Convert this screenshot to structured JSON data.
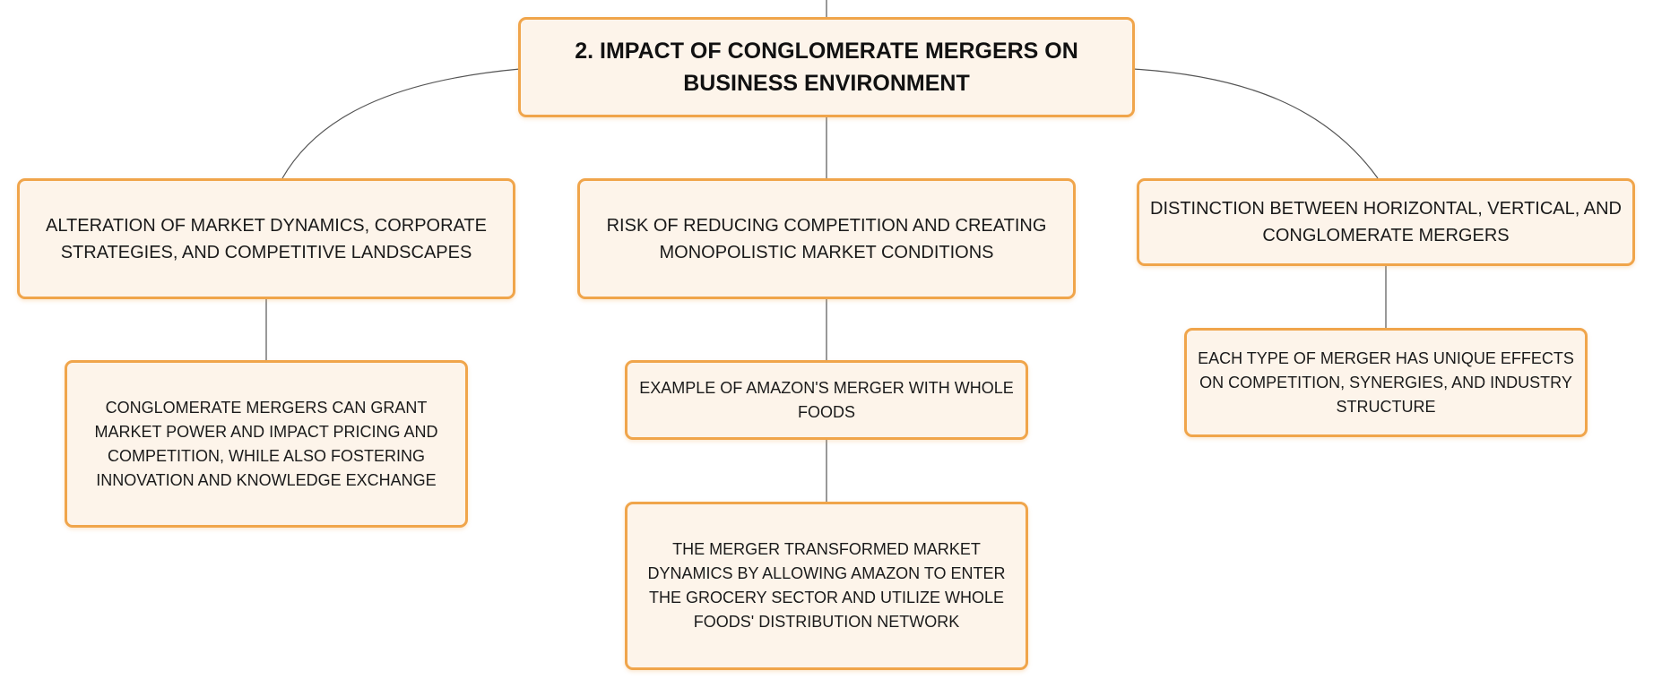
{
  "diagram": {
    "root": {
      "text": "2. IMPACT OF CONGLOMERATE MERGERS ON BUSINESS ENVIRONMENT"
    },
    "branches": [
      {
        "text": "ALTERATION OF MARKET DYNAMICS, CORPORATE STRATEGIES, AND COMPETITIVE LANDSCAPES",
        "children": [
          {
            "text": "CONGLOMERATE MERGERS CAN GRANT MARKET POWER AND IMPACT PRICING AND COMPETITION, WHILE ALSO FOSTERING INNOVATION AND KNOWLEDGE EXCHANGE"
          }
        ]
      },
      {
        "text": "RISK OF REDUCING COMPETITION AND CREATING MONOPOLISTIC MARKET CONDITIONS",
        "children": [
          {
            "text": "EXAMPLE OF AMAZON'S MERGER WITH WHOLE FOODS",
            "children": [
              {
                "text": "THE MERGER TRANSFORMED MARKET DYNAMICS BY ALLOWING AMAZON TO ENTER THE GROCERY SECTOR AND UTILIZE WHOLE FOODS' DISTRIBUTION NETWORK"
              }
            ]
          }
        ]
      },
      {
        "text": "DISTINCTION BETWEEN HORIZONTAL, VERTICAL, AND CONGLOMERATE MERGERS",
        "children": [
          {
            "text": "EACH TYPE OF MERGER HAS UNIQUE EFFECTS ON COMPETITION, SYNERGIES, AND INDUSTRY STRUCTURE"
          }
        ]
      }
    ]
  },
  "colors": {
    "node_fill": "#fdf4ea",
    "node_border": "#f0a54b",
    "connector": "#555555",
    "text": "#1a1a1a"
  }
}
